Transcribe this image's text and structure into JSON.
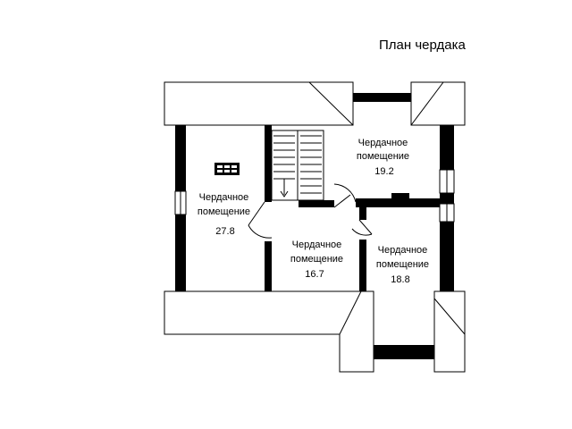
{
  "title": "План чердака",
  "rooms": [
    {
      "name": "Чердачное помещение",
      "line1": "Чердачное",
      "line2": "помещение",
      "area": "27.8"
    },
    {
      "name": "Чердачное помещение",
      "line1": "Чердачное",
      "line2": "помещение",
      "area": "19.2"
    },
    {
      "name": "Чердачное помещение",
      "line1": "Чердачное",
      "line2": "помещение",
      "area": "16.7"
    },
    {
      "name": "Чердачное помещение",
      "line1": "Чердачное",
      "line2": "помещение",
      "area": "18.8"
    }
  ],
  "colors": {
    "wall": "#000000",
    "background": "#ffffff"
  }
}
